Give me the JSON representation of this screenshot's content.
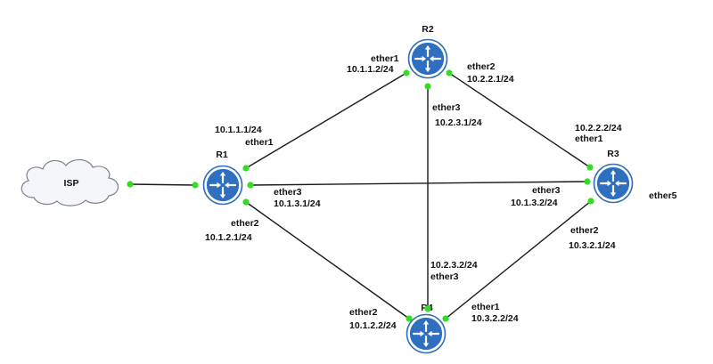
{
  "colors": {
    "router": "#2f6fbf",
    "port": "#33dd22",
    "link": "#1a1a1a",
    "cloud_stroke": "#7d8290"
  },
  "isp": {
    "label": "ISP",
    "icon": "cloud-icon"
  },
  "routers": [
    {
      "id": "R1",
      "label": "R1",
      "icon": "router-icon"
    },
    {
      "id": "R2",
      "label": "R2",
      "icon": "router-icon"
    },
    {
      "id": "R3",
      "label": "R3",
      "icon": "router-icon"
    },
    {
      "id": "R4",
      "label": "R4",
      "icon": "router-icon"
    }
  ],
  "links": [
    {
      "id": "isp-r1"
    },
    {
      "id": "r1-r2",
      "a_iface": "ether1",
      "a_ip": "10.1.1.1/24",
      "b_iface": "ether1",
      "b_ip": "10.1.1.2/24"
    },
    {
      "id": "r1-r3",
      "a_iface": "ether3",
      "a_ip": "10.1.3.1/24",
      "b_iface": "ether3",
      "b_ip": "10.1.3.2/24"
    },
    {
      "id": "r1-r4",
      "a_iface": "ether2",
      "a_ip": "10.1.2.1/24",
      "b_iface": "ether2",
      "b_ip": "10.1.2.2/24"
    },
    {
      "id": "r2-r3",
      "a_iface": "ether2",
      "a_ip": "10.2.2.1/24",
      "b_iface": "ether1",
      "b_ip": "10.2.2.2/24"
    },
    {
      "id": "r2-r4",
      "a_iface": "ether3",
      "a_ip": "10.2.3.1/24",
      "b_iface": "ether3",
      "b_ip": "10.2.3.2/24"
    },
    {
      "id": "r3-r4",
      "a_iface": "ether2",
      "a_ip": "10.3.2.1/24",
      "b_iface": "ether1",
      "b_ip": "10.3.2.2/24"
    }
  ],
  "extra_labels": {
    "r3_ether5": "ether5"
  }
}
